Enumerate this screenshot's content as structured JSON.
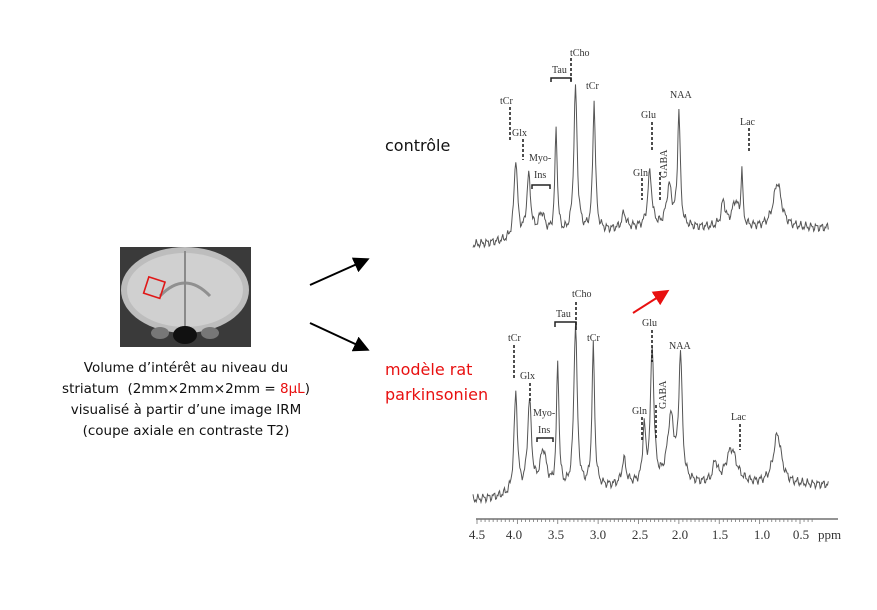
{
  "labels": {
    "control": "contrôle",
    "model_line1": "modèle rat",
    "model_line2": "parkinsonien"
  },
  "caption": {
    "line1": "Volume d’intérêt au niveau du",
    "line2_a": "striatum  (2mm×2mm×2mm = ",
    "line2_highlight": "8µL",
    "line2_b": ")",
    "line3": "visualisé à partir d’une image IRM",
    "line4": "(coupe axiale en contraste T2)"
  },
  "colors": {
    "highlight": "#e81010",
    "spectrum": "#444444",
    "roi_box": "#e01818"
  },
  "spectra": {
    "peaks": {
      "tcho": "tCho",
      "tau": "Tau",
      "tcr1": "tCr",
      "glx": "Glx",
      "myo": "Myo-",
      "ins": "Ins",
      "tcr2": "tCr",
      "glu": "Glu",
      "gln": "Gln",
      "gaba": "GABA",
      "naa": "NAA",
      "lac": "Lac"
    },
    "axis": {
      "ticks": [
        "4.5",
        "4.0",
        "3.5",
        "3.0",
        "2.5",
        "2.0",
        "1.5",
        "1.0",
        "0.5"
      ],
      "unit": "ppm"
    }
  }
}
